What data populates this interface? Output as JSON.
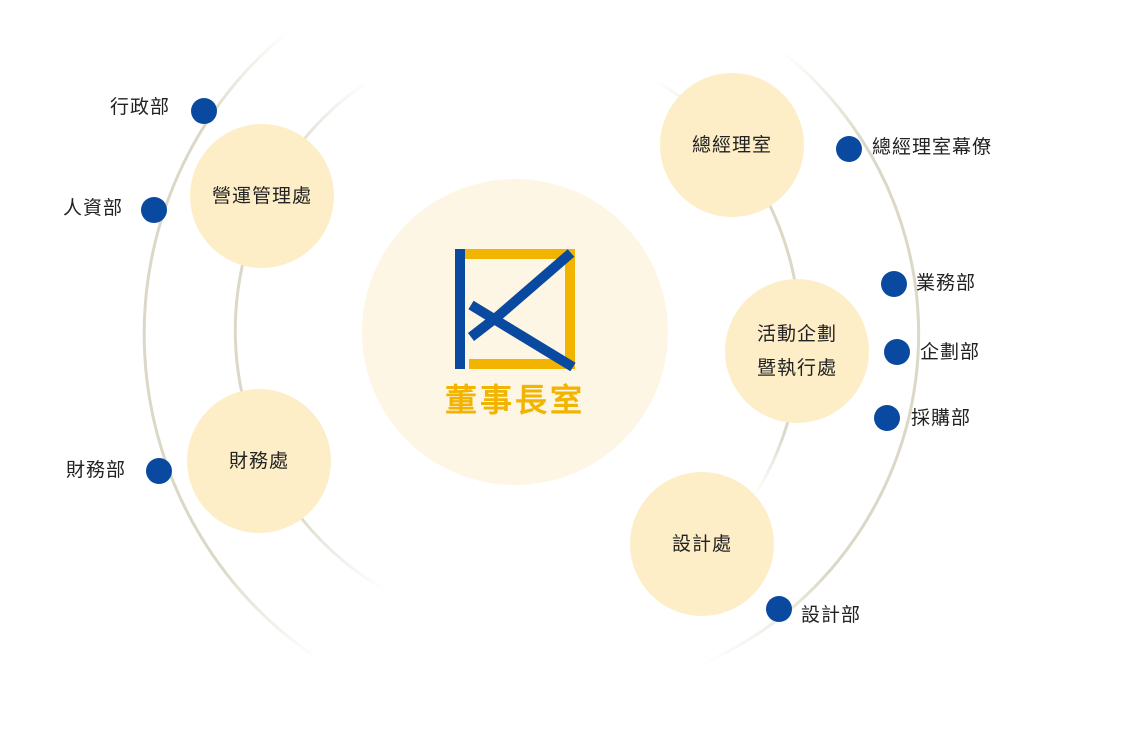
{
  "center": {
    "title": "董事長室",
    "logo_icon": "company-logo-icon",
    "colors": {
      "blue": "#0a49a0",
      "gold": "#f2b400"
    }
  },
  "departments": {
    "operations": "營運管理處",
    "finance": "財務處",
    "general_manager": "總經理室",
    "activity_line1": "活動企劃",
    "activity_line2": "暨執行處",
    "design": "設計處"
  },
  "units": {
    "admin": "行政部",
    "hr": "人資部",
    "accounting": "財務部",
    "gm_staff": "總經理室幕僚",
    "business": "業務部",
    "planning": "企劃部",
    "purchasing": "採購部",
    "design_dept": "設計部"
  },
  "colors": {
    "dept_fill": "#fdeec8",
    "center_fill": "#fdf6e4",
    "dot": "#0a49a0",
    "ring": "#dcd8c8"
  }
}
